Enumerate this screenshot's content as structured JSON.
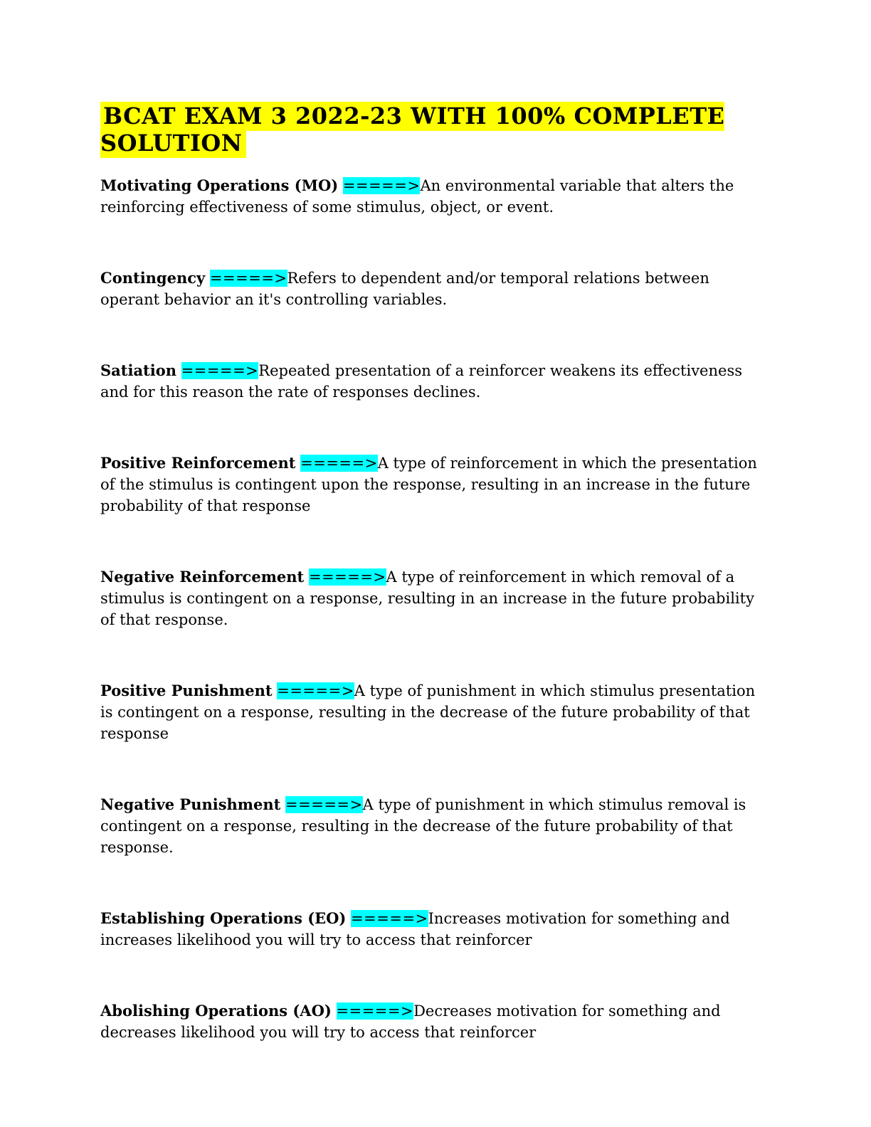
{
  "document": {
    "title": "BCAT EXAM 3 2022-23 WITH 100% COMPLETE SOLUTION",
    "separator": "=====>",
    "colors": {
      "title_highlight": "#ffff00",
      "separator_highlight": "#00ffff",
      "text": "#000000",
      "background": "#ffffff"
    },
    "entries": [
      {
        "term": "Motivating Operations (MO)",
        "definition": "An environmental variable that alters the reinforcing effectiveness of some stimulus, object, or event."
      },
      {
        "term": "Contingency",
        "definition": "Refers to dependent and/or temporal relations between operant behavior an it's controlling variables."
      },
      {
        "term": "Satiation",
        "definition": "Repeated presentation of a reinforcer weakens its effectiveness and for this reason the rate of responses declines."
      },
      {
        "term": "Positive Reinforcement",
        "definition": "A type of reinforcement in which the presentation of the stimulus is contingent upon the response, resulting in an increase in the future probability of that response"
      },
      {
        "term": "Negative Reinforcement",
        "definition": "A type of reinforcement in which removal of a stimulus is contingent on a response, resulting in an increase in the future probability of that response."
      },
      {
        "term": "Positive Punishment",
        "definition": "A type of punishment in which stimulus presentation is contingent on a response, resulting in the decrease of the future probability of that response"
      },
      {
        "term": "Negative Punishment",
        "definition": "A type of punishment in which stimulus removal is contingent on a response, resulting in the decrease of the future probability of that response."
      },
      {
        "term": "Establishing Operations (EO)",
        "definition": "Increases motivation for something and increases likelihood you will try to access that reinforcer"
      },
      {
        "term": "Abolishing Operations (AO)",
        "definition": "Decreases motivation for something and decreases likelihood you will try to access that reinforcer"
      }
    ]
  }
}
